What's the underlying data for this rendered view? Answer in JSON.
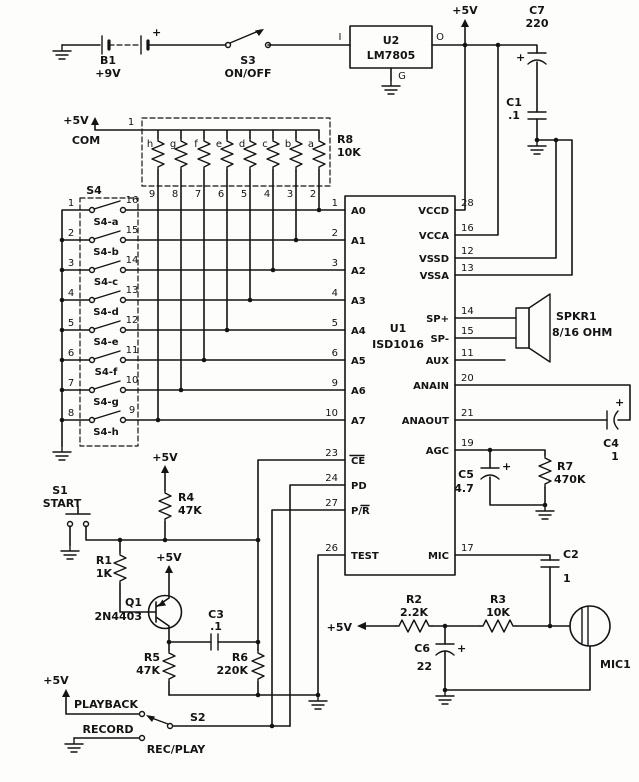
{
  "labels": {
    "v5": "+5V",
    "plus": "+"
  },
  "battery": {
    "ref": "B1",
    "value": "+9V"
  },
  "s3": {
    "ref": "S3",
    "label": "ON/OFF"
  },
  "u2": {
    "ref": "U2",
    "part": "LM7805",
    "pin_in": "I",
    "pin_out": "O",
    "pin_gnd": "G"
  },
  "c7": {
    "ref": "C7",
    "value": "220"
  },
  "c1": {
    "ref": "C1",
    "value": ".1"
  },
  "r8": {
    "ref": "R8",
    "value": "10K",
    "com_label": "COM",
    "com_pin": "1",
    "letters": [
      "h",
      "g",
      "f",
      "e",
      "d",
      "c",
      "b",
      "a"
    ],
    "pins": [
      "9",
      "8",
      "7",
      "6",
      "5",
      "4",
      "3",
      "2"
    ]
  },
  "s4": {
    "ref": "S4",
    "rows": [
      {
        "left": "1",
        "right": "16",
        "label": "S4-a"
      },
      {
        "left": "2",
        "right": "15",
        "label": "S4-b"
      },
      {
        "left": "3",
        "right": "14",
        "label": "S4-c"
      },
      {
        "left": "4",
        "right": "13",
        "label": "S4-d"
      },
      {
        "left": "5",
        "right": "12",
        "label": "S4-e"
      },
      {
        "left": "6",
        "right": "11",
        "label": "S4-f"
      },
      {
        "left": "7",
        "right": "10",
        "label": "S4-g"
      },
      {
        "left": "8",
        "right": "9",
        "label": "S4-h"
      }
    ]
  },
  "u1": {
    "ref": "U1",
    "part": "ISD1016",
    "left_pins": [
      {
        "num": "1",
        "name": "A0"
      },
      {
        "num": "2",
        "name": "A1"
      },
      {
        "num": "3",
        "name": "A2"
      },
      {
        "num": "4",
        "name": "A3"
      },
      {
        "num": "5",
        "name": "A4"
      },
      {
        "num": "6",
        "name": "A5"
      },
      {
        "num": "9",
        "name": "A6"
      },
      {
        "num": "10",
        "name": "A7"
      },
      {
        "num": "23",
        "name": "CE"
      },
      {
        "num": "24",
        "name": "PD"
      },
      {
        "num": "27",
        "name": "P/R"
      },
      {
        "num": "26",
        "name": "TEST"
      }
    ],
    "right_pins": [
      {
        "num": "28",
        "name": "VCCD"
      },
      {
        "num": "16",
        "name": "VCCA"
      },
      {
        "num": "12",
        "name": "VSSD"
      },
      {
        "num": "13",
        "name": "VSSA"
      },
      {
        "num": "14",
        "name": "SP+"
      },
      {
        "num": "15",
        "name": "SP-"
      },
      {
        "num": "11",
        "name": "AUX"
      },
      {
        "num": "20",
        "name": "ANAIN"
      },
      {
        "num": "21",
        "name": "ANAOUT"
      },
      {
        "num": "19",
        "name": "AGC"
      },
      {
        "num": "17",
        "name": "MIC"
      }
    ]
  },
  "speaker": {
    "ref": "SPKR1",
    "value": "8/16 OHM"
  },
  "c4": {
    "ref": "C4",
    "value": "1"
  },
  "c5": {
    "ref": "C5",
    "value": "4.7"
  },
  "r7": {
    "ref": "R7",
    "value": "470K"
  },
  "c2": {
    "ref": "C2",
    "value": "1"
  },
  "mic": {
    "ref": "MIC1"
  },
  "r2": {
    "ref": "R2",
    "value": "2.2K"
  },
  "r3": {
    "ref": "R3",
    "value": "10K"
  },
  "c6": {
    "ref": "C6",
    "value": "22"
  },
  "s1": {
    "ref": "S1",
    "label": "START"
  },
  "r4": {
    "ref": "R4",
    "value": "47K"
  },
  "r1": {
    "ref": "R1",
    "value": "1K"
  },
  "q1": {
    "ref": "Q1",
    "part": "2N4403"
  },
  "c3": {
    "ref": "C3",
    "value": ".1"
  },
  "r5": {
    "ref": "R5",
    "value": "47K"
  },
  "r6": {
    "ref": "R6",
    "value": "220K"
  },
  "s2": {
    "ref": "S2",
    "label": "REC/PLAY",
    "playback": "PLAYBACK",
    "record": "RECORD"
  }
}
